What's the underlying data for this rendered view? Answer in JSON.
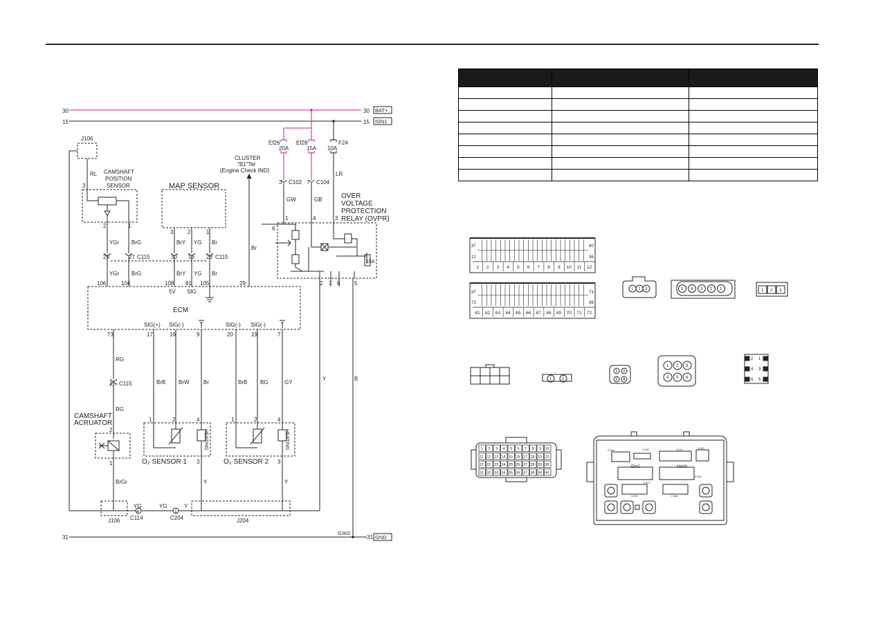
{
  "colors": {
    "bat_wire": "#d01e8a",
    "ink": "#222222"
  },
  "rails": {
    "bat_num": "30",
    "bat_label": "BAT+",
    "ign_num": "15",
    "ign_label": "IGN1",
    "gnd_num": "31",
    "gnd_label": "GND",
    "gnd_point": "G302"
  },
  "fuses": [
    {
      "name": "Ef26",
      "amp": "20A"
    },
    {
      "name": "Ef28",
      "amp": "15A"
    },
    {
      "name": "F24",
      "amp": "10A"
    }
  ],
  "components": {
    "j106": "J106",
    "cam_sensor": [
      "CAMSHAFT",
      "POSITION",
      "SENSOR"
    ],
    "map_sensor": "MAP SENSOR",
    "cluster": [
      "CLUSTER",
      "\"B1\"Ter",
      "(Engine Check IND)"
    ],
    "ovpr": [
      "OVER",
      "VOLTAGE",
      "PROTECTION",
      "RELAY (OVPR)"
    ],
    "ecm": "ECM",
    "cam_actuator": [
      "CAMSHAFT",
      "ACRUATOR"
    ],
    "o2s1": "O₂ SENSOR 1",
    "o2s2": "O₂ SENSOR 2",
    "heating": "HEATING",
    "j204": "J204",
    "relay_fuse": "15A"
  },
  "connectors": {
    "c102": "C102",
    "c104": "C104",
    "c115": "C115",
    "c114": "C114",
    "c204": "C204"
  },
  "wires": {
    "RL": "RL",
    "YGr": "YGr",
    "BrG": "BrG",
    "BrY": "BrY",
    "YG": "YG",
    "Br": "Br",
    "GW": "GW",
    "GB": "GB",
    "LR": "LR",
    "RG": "RG",
    "BrB": "BrB",
    "BrW": "BrW",
    "BG": "BG",
    "GY": "GY",
    "Y": "Y",
    "B": "B",
    "BrGr": "BrGr"
  },
  "ecm_labels": {
    "v5": "5V",
    "sig": "SIG",
    "sigp": "SIG(+)",
    "sigm": "SIG(-)"
  },
  "table": {
    "rows": 8
  },
  "pins": {
    "row1": [
      "1",
      "2",
      "3",
      "4",
      "5",
      "6",
      "7",
      "8",
      "9",
      "10",
      "11",
      "12"
    ],
    "row2": [
      "61",
      "62",
      "63",
      "64",
      "65",
      "66",
      "67",
      "68",
      "69",
      "70",
      "71",
      "72"
    ],
    "side1": [
      "37",
      "12",
      "1"
    ],
    "side1r": [
      "60",
      "36"
    ],
    "side2": [
      "97",
      "73"
    ],
    "side2r": [
      "73",
      "96"
    ],
    "c3": [
      "1",
      "2",
      "3"
    ],
    "c5": [
      "5",
      "4",
      "3",
      "2",
      "1"
    ],
    "c3b": [
      "1",
      "2",
      "3"
    ],
    "c2": [
      "1",
      "2"
    ],
    "c4": [
      "1",
      "2",
      "3",
      "4"
    ],
    "c6": [
      "1",
      "2",
      "3",
      "4",
      "5",
      "6"
    ],
    "c6s": [
      "2",
      "1",
      "4",
      "3",
      "6",
      "5"
    ],
    "m1": [
      "1",
      "2",
      "3",
      "4",
      "5",
      "6",
      "7",
      "8",
      "9",
      "10"
    ],
    "m2": [
      "11",
      "12",
      "13",
      "14",
      "15",
      "16",
      "17",
      "18",
      "19",
      "20"
    ],
    "m3": [
      "21",
      "22",
      "23",
      "24",
      "25",
      "26",
      "27",
      "28",
      "29",
      "30"
    ],
    "m4": [
      "31",
      "32",
      "33",
      "34",
      "35",
      "36",
      "37",
      "38",
      "39",
      "40"
    ]
  },
  "fusebox": {
    "c106": "C106",
    "c108": "C108",
    "c141": "C141",
    "c142": "C142",
    "eng": "ENG",
    "main": "MAIN",
    "c140": "C140",
    "c107": "C107",
    "c105": "C105",
    "c146": "C146"
  },
  "pin_numbers": {
    "cam_3": "3",
    "cam_2": "2",
    "cam_1": "1",
    "map_3": "3",
    "map_2": "2",
    "map_1": "1",
    "c115_29": "29",
    "c115_27": "27",
    "c115_30": "30",
    "c115_16": "16",
    "c115_28": "28",
    "ecm_106": "106",
    "ecm_104": "104",
    "ecm_108": "108",
    "ecm_81": "81",
    "ecm_105": "105",
    "ecm_29": "29",
    "ecm_73": "73",
    "ecm_17": "17",
    "ecm_16": "16",
    "ecm_9": "9",
    "ecm_20": "20",
    "ecm_19": "19",
    "ecm_7": "7",
    "c102_3": "3",
    "c104_7": "7",
    "r6": "6",
    "r1": "1",
    "r4": "4",
    "r3": "3",
    "r2": "2",
    "r7": "7",
    "r8": "8",
    "r5": "5",
    "c115_11": "11",
    "act_2": "2",
    "act_1": "1",
    "o1_1": "1",
    "o1_2": "2",
    "o1_4": "4",
    "o1_3": "3",
    "o2_1": "1",
    "o2_2": "2",
    "o2_4": "4",
    "o2_3": "3",
    "c114_4": "4",
    "c204_1": "1"
  }
}
